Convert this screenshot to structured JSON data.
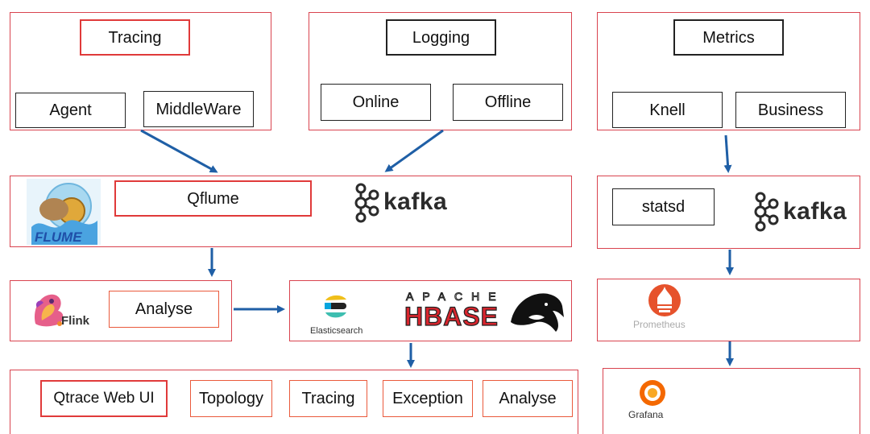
{
  "tracing": {
    "title": "Tracing",
    "items": [
      "Agent",
      "MiddleWare"
    ]
  },
  "logging": {
    "title": "Logging",
    "items": [
      "Online",
      "Offline"
    ]
  },
  "metrics": {
    "title": "Metrics",
    "items": [
      "Knell",
      "Business"
    ]
  },
  "collect": {
    "qflume": "Qflume",
    "kafka": "kafka"
  },
  "metrics_collect": {
    "statsd": "statsd",
    "kafka": "kafka"
  },
  "process": {
    "flink": "Flink",
    "analyse": "Analyse"
  },
  "storage": {
    "elasticsearch": "Elasticsearch",
    "hbase_apache": "APACHE",
    "hbase": "HBASE"
  },
  "prometheus": {
    "label": "Prometheus"
  },
  "web": {
    "title": "Qtrace Web UI",
    "items": [
      "Topology",
      "Tracing",
      "Exception",
      "Analyse"
    ]
  },
  "grafana": {
    "label": "Grafana"
  },
  "icons": [
    "flume-logo",
    "kafka-logo",
    "flink-logo",
    "elasticsearch-logo",
    "hbase-orca-logo",
    "prometheus-logo",
    "grafana-logo"
  ],
  "colors": {
    "panel_border": "#d9434f",
    "arrow": "#1f5fa6",
    "accent_red": "#e03a3a",
    "prometheus": "#e6522c",
    "grafana": "#f46800"
  }
}
